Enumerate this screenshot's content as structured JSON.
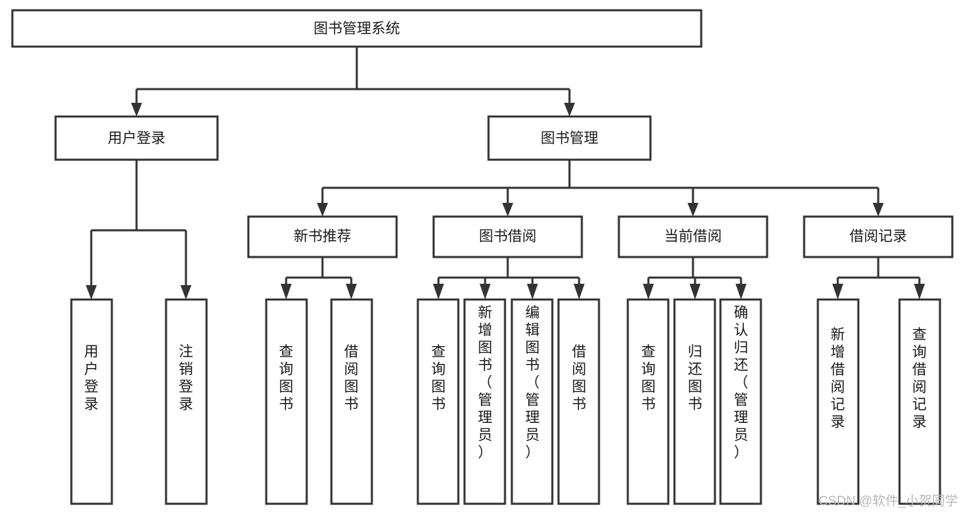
{
  "diagram": {
    "title": "图书管理系统",
    "type": "tree-hierarchy",
    "root": {
      "id": "root",
      "label": "图书管理系统",
      "orientation": "horizontal"
    },
    "level2": [
      {
        "id": "user-login",
        "label": "用户登录",
        "orientation": "horizontal"
      },
      {
        "id": "book-manage",
        "label": "图书管理",
        "orientation": "horizontal"
      }
    ],
    "level3": [
      {
        "id": "new-book-rec",
        "label": "新书推荐",
        "orientation": "horizontal",
        "parent": "book-manage"
      },
      {
        "id": "book-borrow",
        "label": "图书借阅",
        "orientation": "horizontal",
        "parent": "book-manage"
      },
      {
        "id": "current-borrow",
        "label": "当前借阅",
        "orientation": "horizontal",
        "parent": "book-manage"
      },
      {
        "id": "borrow-record",
        "label": "借阅记录",
        "orientation": "horizontal",
        "parent": "book-manage"
      }
    ],
    "leaves": [
      {
        "id": "leaf-user-login",
        "label": "用户登录",
        "orientation": "vertical",
        "parent": "user-login"
      },
      {
        "id": "leaf-logout-login",
        "label": "注销登录",
        "orientation": "vertical",
        "parent": "user-login"
      },
      {
        "id": "leaf-query-book-1",
        "label": "查询图书",
        "orientation": "vertical",
        "parent": "new-book-rec"
      },
      {
        "id": "leaf-borrow-book-1",
        "label": "借阅图书",
        "orientation": "vertical",
        "parent": "new-book-rec"
      },
      {
        "id": "leaf-query-book-2",
        "label": "查询图书",
        "orientation": "vertical",
        "parent": "book-borrow"
      },
      {
        "id": "leaf-add-book",
        "label": "新增图书（管理员）",
        "orientation": "vertical",
        "parent": "book-borrow"
      },
      {
        "id": "leaf-edit-book",
        "label": "编辑图书（管理员）",
        "orientation": "vertical",
        "parent": "book-borrow"
      },
      {
        "id": "leaf-borrow-book-2",
        "label": "借阅图书",
        "orientation": "vertical",
        "parent": "book-borrow"
      },
      {
        "id": "leaf-query-book-3",
        "label": "查询图书",
        "orientation": "vertical",
        "parent": "current-borrow"
      },
      {
        "id": "leaf-return-book",
        "label": "归还图书",
        "orientation": "vertical",
        "parent": "current-borrow"
      },
      {
        "id": "leaf-confirm-return",
        "label": "确认归还（管理员）",
        "orientation": "vertical",
        "parent": "current-borrow"
      },
      {
        "id": "leaf-add-record",
        "label": "新增借阅记录",
        "orientation": "vertical",
        "parent": "borrow-record"
      },
      {
        "id": "leaf-query-record",
        "label": "查询借阅记录",
        "orientation": "vertical",
        "parent": "borrow-record"
      }
    ],
    "watermark": "CSDN @软件_小贺同学",
    "colors": {
      "box_fill": "#ffffff",
      "box_stroke": "#333333",
      "text": "#1a1a1a",
      "connector": "#333333",
      "watermark": "#b8b8b8",
      "background": "#ffffff"
    }
  }
}
